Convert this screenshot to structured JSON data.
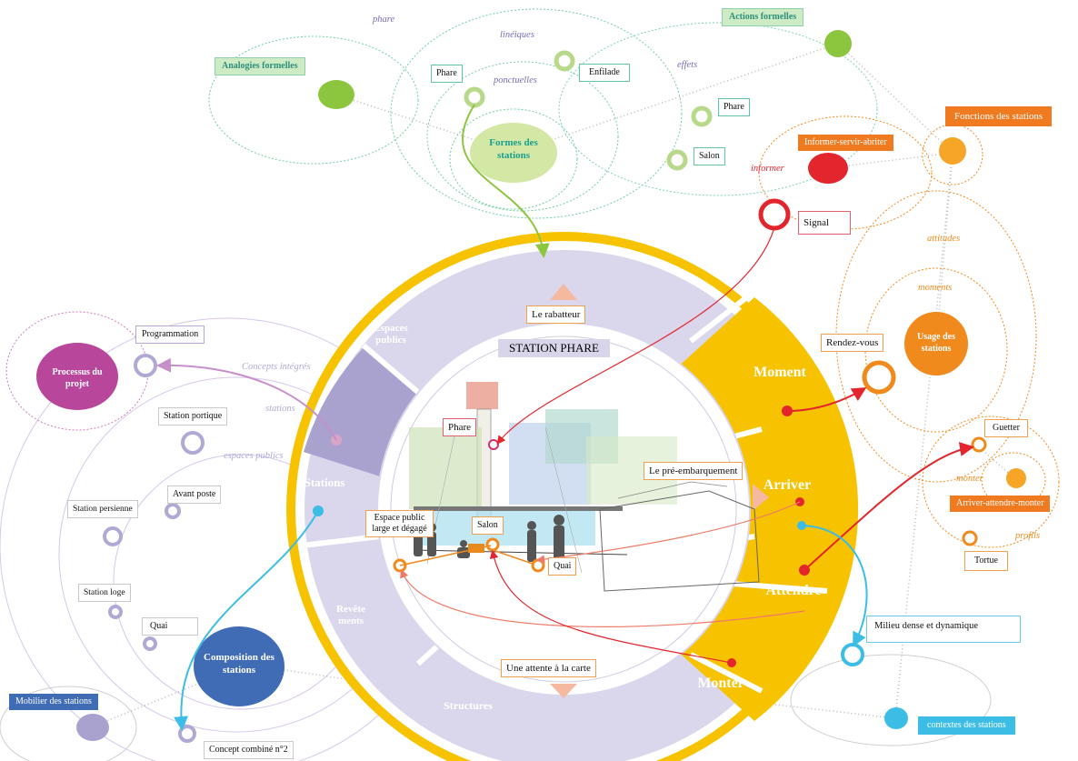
{
  "center": {
    "title": "STATION PHARE",
    "top_box": "Le rabatteur",
    "right_box": "Le pré-embarquement",
    "bottom_box": "Une attente à la carte",
    "left_box": "Espace public large et dégagé",
    "phare_tag": "Phare",
    "salon_tag": "Salon",
    "quai_tag": "Quai"
  },
  "ring": {
    "segments": [
      "Espaces publics",
      "Stations",
      "Revête ments",
      "Structures"
    ],
    "yellow_labels": [
      "Moment",
      "Arriver",
      "Attendre",
      "Monter"
    ]
  },
  "forms": {
    "hub": "Formes des stations",
    "analogies": "Analogies formelles",
    "actions": "Actions formelles",
    "phare_box": "Phare",
    "enfilade_box": "Enfilade",
    "phare_box_right": "Phare",
    "salon_box": "Salon",
    "labels": {
      "phare": "phare",
      "lineiques": "linéiques",
      "ponctuelles": "ponctuelles",
      "effets": "effets"
    }
  },
  "functions": {
    "title": "Fonctions des stations",
    "informer_tag": "Informer-servir-abriter",
    "informer_label": "informer",
    "signal_box": "Signal"
  },
  "usage": {
    "hub": "Usage des stations",
    "attitudes": "attitudes",
    "moments": "moments",
    "rendezvous": "Rendez-vous",
    "guetter": "Guetter",
    "monter_label": "monter",
    "aam_tag": "Arriver-attendre-monter",
    "profils": "profils",
    "tortue": "Tortue"
  },
  "process": {
    "hub": "Processus du projet",
    "programmation": "Programmation",
    "concepts": "Concepts intégrés",
    "stations_label": "stations",
    "espaces_label": "espaces publics"
  },
  "composition": {
    "hub": "Composition des stations",
    "portique": "Station portique",
    "avant_poste": "Avant poste",
    "persienne": "Station persienne",
    "loge": "Station loge",
    "quai": "Quai",
    "mobilier": "Mobilier des stations",
    "concept": "Concept combiné n°2"
  },
  "context": {
    "milieu": "Milieu dense et dynamique",
    "contextes": "contextes des stations"
  },
  "colors": {
    "yellow": "#f7c300",
    "lavender": "#d8d4ea",
    "purple_seg": "#a9a2cf",
    "green": "#8cc63f",
    "orange": "#f08a1c",
    "red": "#e3262e",
    "magenta": "#b8469a",
    "blue": "#3f6cb5",
    "cyan": "#3cbde6"
  }
}
